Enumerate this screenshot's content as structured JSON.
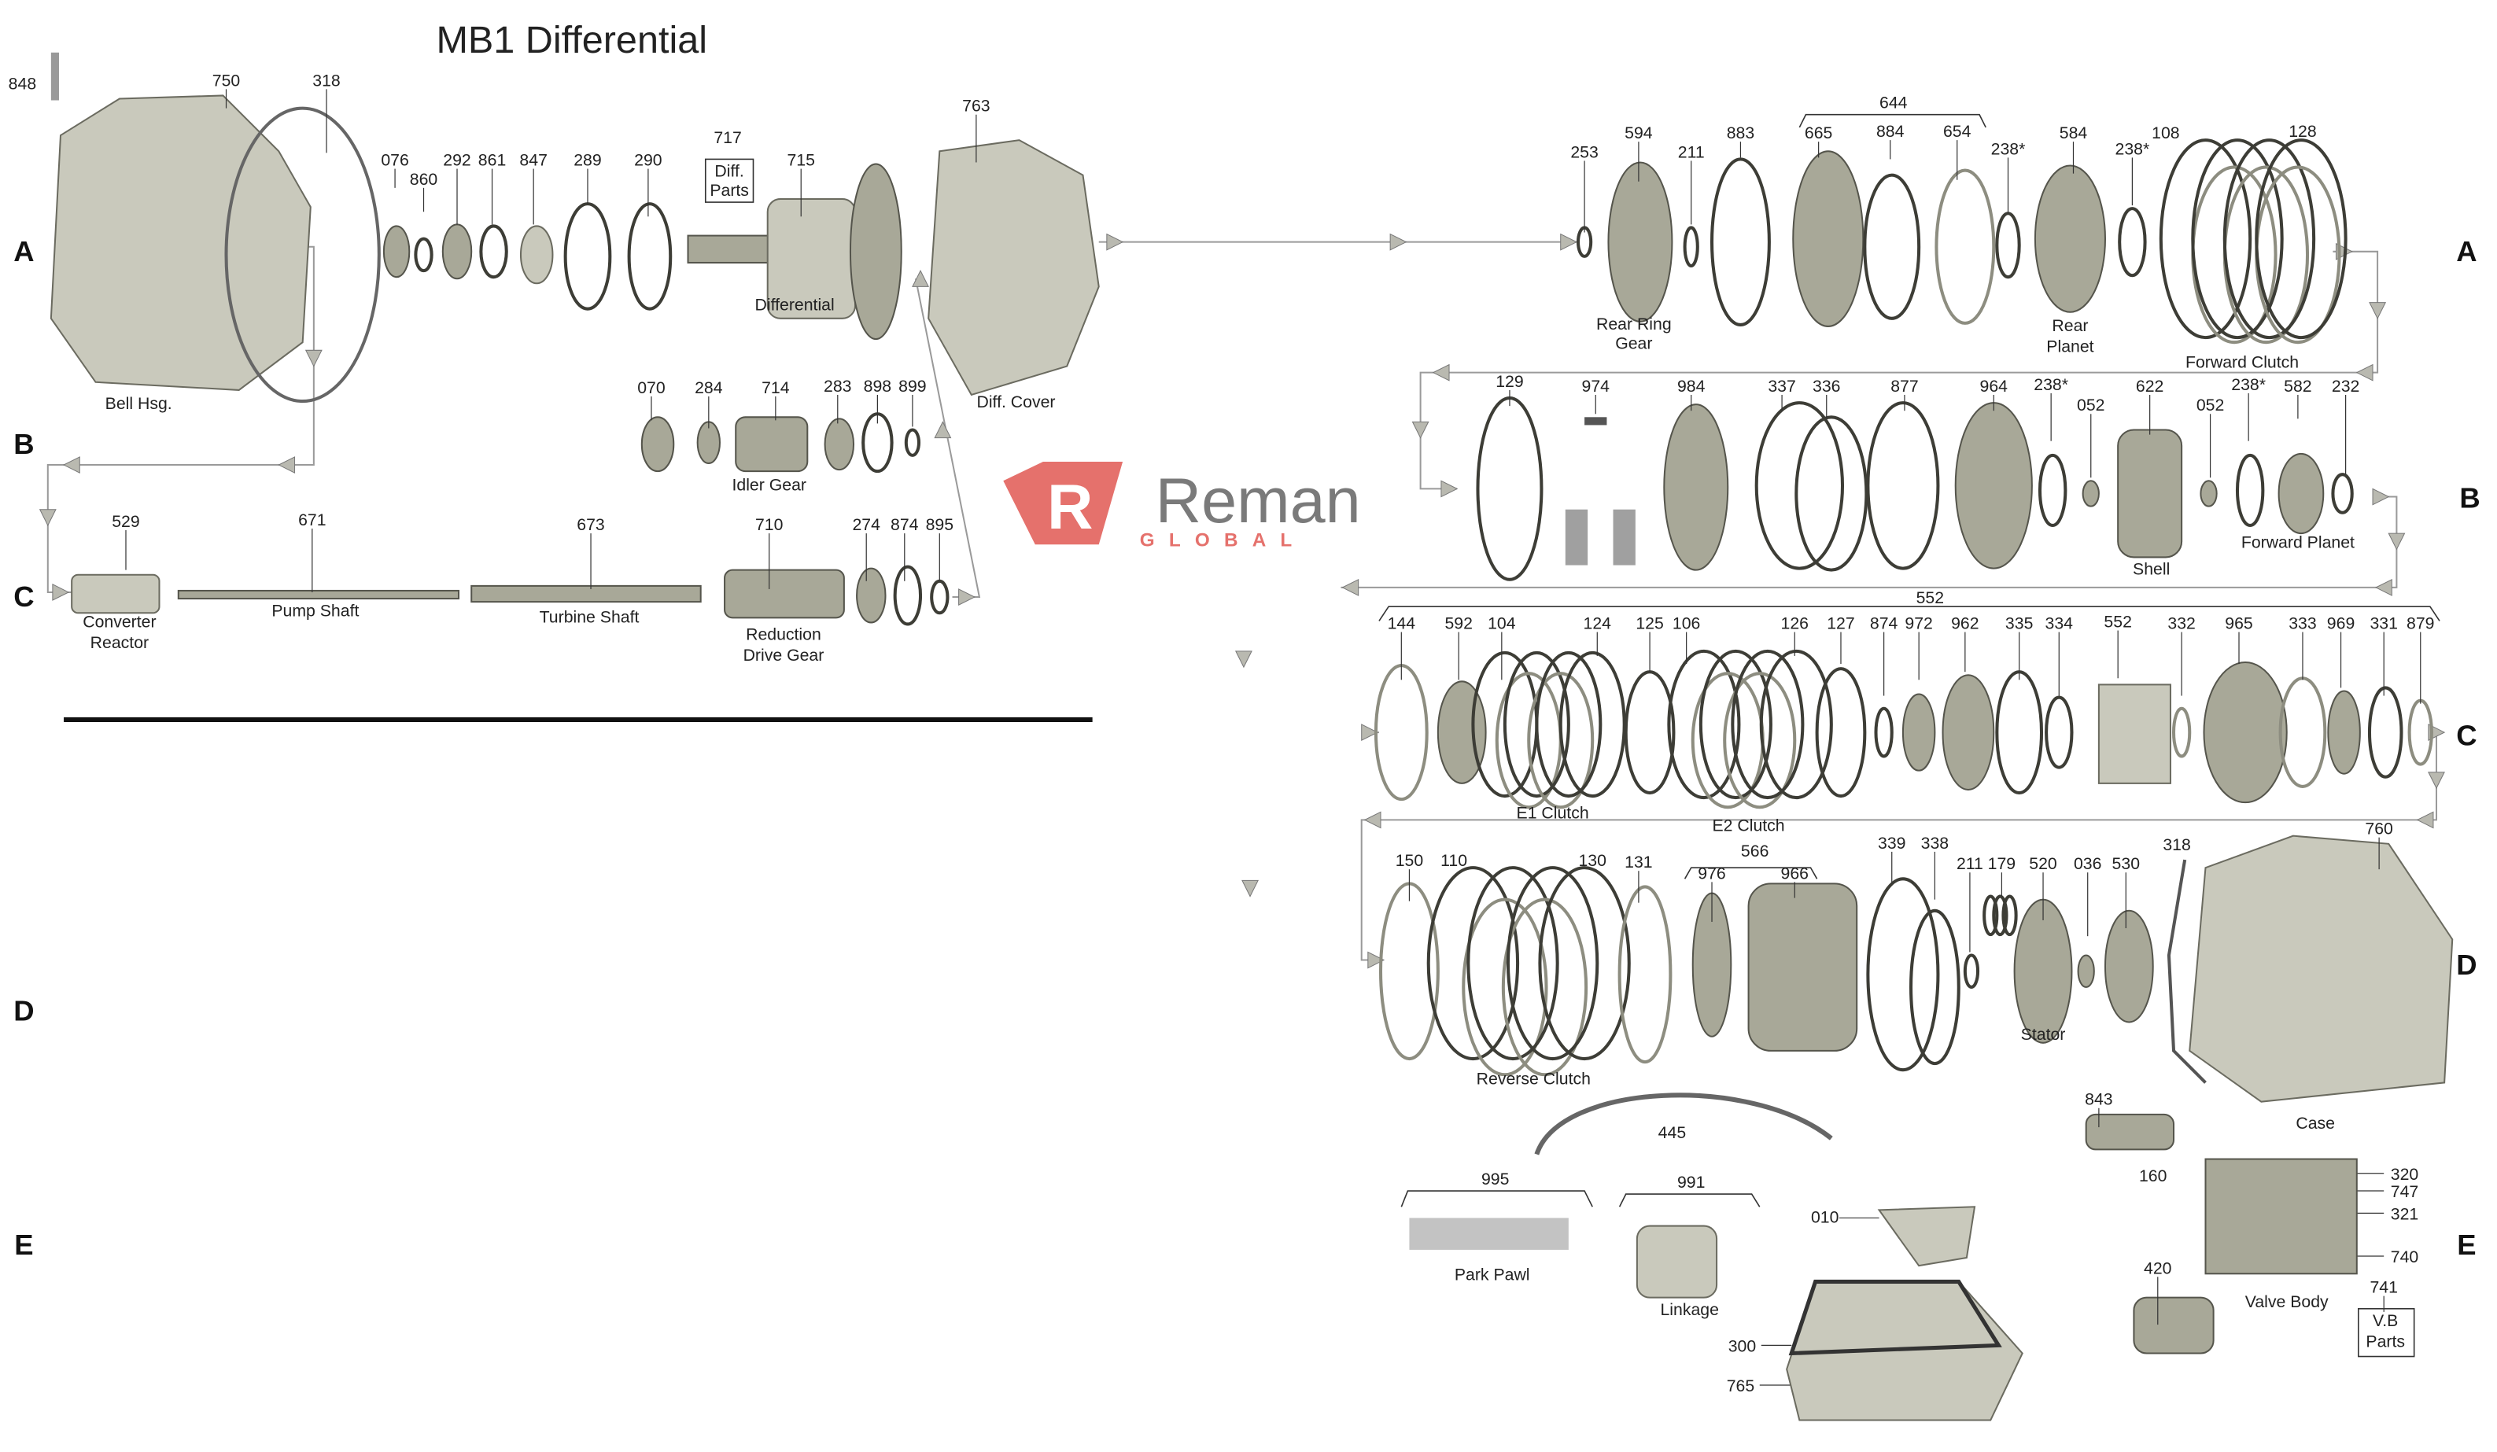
{
  "title": "MB1 Differential",
  "row_labels_left": [
    "A",
    "B",
    "C",
    "D",
    "E"
  ],
  "row_labels_right": [
    "A",
    "B",
    "C",
    "D",
    "E"
  ],
  "callouts": [
    "848",
    "750",
    "318",
    "076",
    "860",
    "292",
    "861",
    "847",
    "289",
    "290",
    "717",
    "715",
    "763",
    "070",
    "284",
    "714",
    "283",
    "898",
    "899",
    "529",
    "671",
    "673",
    "710",
    "274",
    "874",
    "895",
    "253",
    "594",
    "211",
    "883",
    "644",
    "665",
    "884",
    "654",
    "238*",
    "584",
    "238*",
    "108",
    "128",
    "129",
    "974",
    "984",
    "337",
    "336",
    "877",
    "964",
    "238*",
    "052",
    "622",
    "052",
    "238*",
    "582",
    "232",
    "552",
    "144",
    "592",
    "104",
    "124",
    "125",
    "106",
    "126",
    "127",
    "874",
    "972",
    "962",
    "335",
    "334",
    "552",
    "332",
    "965",
    "333",
    "969",
    "331",
    "879",
    "150",
    "110",
    "130",
    "131",
    "566",
    "976",
    "966",
    "339",
    "338",
    "211",
    "179",
    "520",
    "036",
    "530",
    "318",
    "760",
    "445",
    "995",
    "991",
    "010",
    "300",
    "765",
    "843",
    "160",
    "320",
    "747",
    "321",
    "740",
    "420",
    "741"
  ],
  "part_names": [
    "Bell Hsg.",
    "Diff.",
    "Parts",
    "Differential",
    "Diff. Cover",
    "Idler Gear",
    "Converter",
    "Reactor",
    "Pump Shaft",
    "Turbine Shaft",
    "Reduction",
    "Drive Gear",
    "Rear Ring",
    "Gear",
    "Rear",
    "Planet",
    "Forward Clutch",
    "Shell",
    "Forward Planet",
    "E1 Clutch",
    "E2 Clutch",
    "Reverse Clutch",
    "Stator",
    "Case",
    "Park Pawl",
    "Linkage",
    "Valve Body",
    "V.B",
    "Parts"
  ],
  "logo": {
    "name": "Reman",
    "sub": "GLOBAL",
    "mark": "R"
  },
  "colors": {
    "logo_red": "#e5716c",
    "logo_gray": "#7a7a7a",
    "part": "#a8a898"
  }
}
